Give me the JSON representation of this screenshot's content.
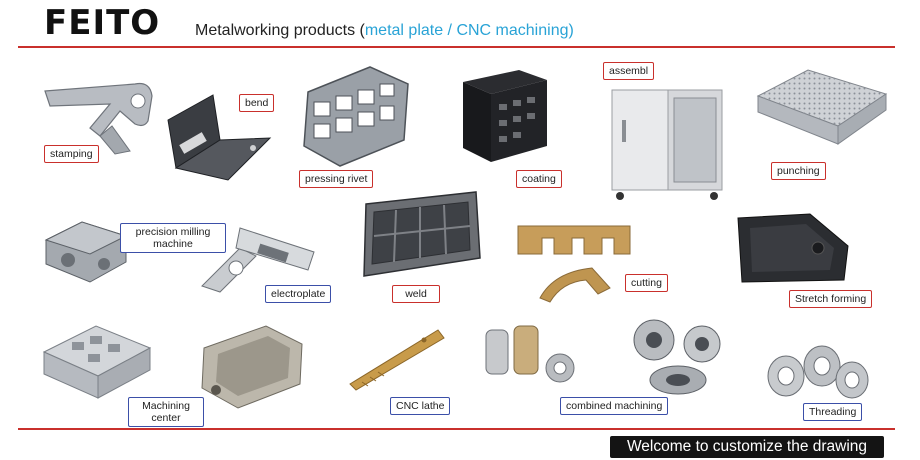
{
  "brand": "FEITO",
  "headline": {
    "prefix": "Metalworking products (",
    "accent": "metal plate / CNC machining)"
  },
  "labels": {
    "stamping": "stamping",
    "bend": "bend",
    "pressing_rivet": "pressing rivet",
    "coating": "coating",
    "assembl": "assembl",
    "punching": "punching",
    "precision_milling": "precision milling machine",
    "electroplate": "electroplate",
    "weld": "weld",
    "cutting": "cutting",
    "stretch_forming": "Stretch forming",
    "machining_center": "Machining center",
    "cnc_lathe": "CNC lathe",
    "combined_machining": "combined machining",
    "threading": "Threading"
  },
  "banner": "Welcome to customize the drawing",
  "colors": {
    "rule": "#c9302c",
    "accent": "#29a3d6",
    "tag_blue": "#3b4fa8",
    "banner_bg": "#141414"
  }
}
